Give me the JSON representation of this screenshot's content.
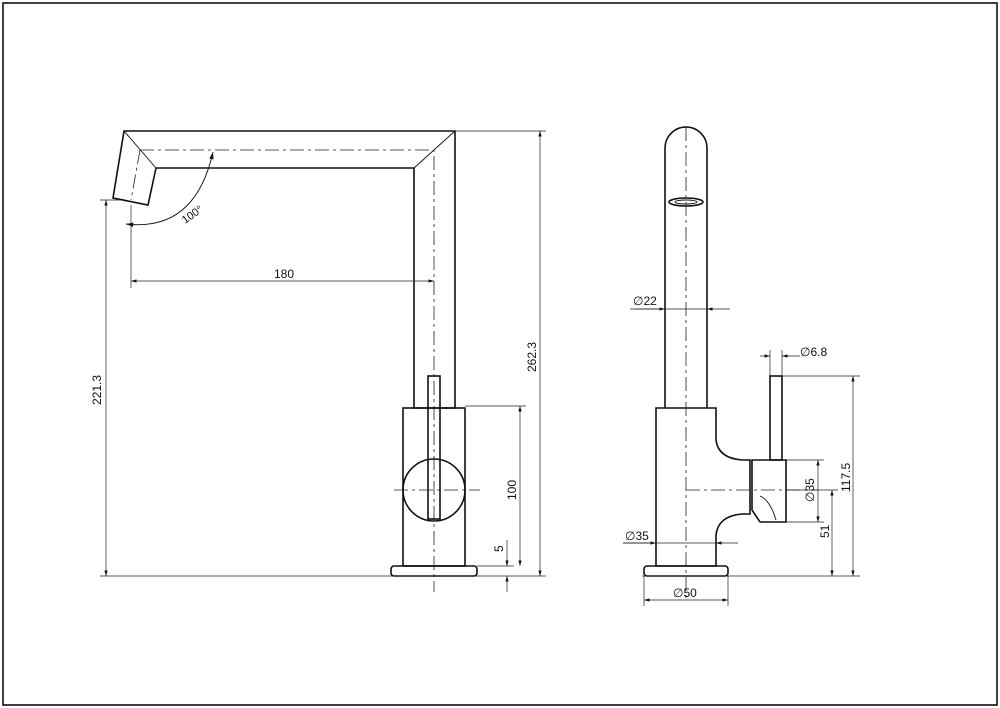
{
  "dimensions": {
    "spout_angle": "100°",
    "spout_reach": "180",
    "spout_height": "221.3",
    "overall_height": "262.3",
    "body_height": "100",
    "base_thickness": "5",
    "spout_diameter": "∅22",
    "lever_diameter": "∅6.8",
    "lever_height": "117.5",
    "handle_diameter": "∅35",
    "handle_axis_height": "51",
    "body_diameter": "∅35",
    "base_diameter": "∅50"
  }
}
